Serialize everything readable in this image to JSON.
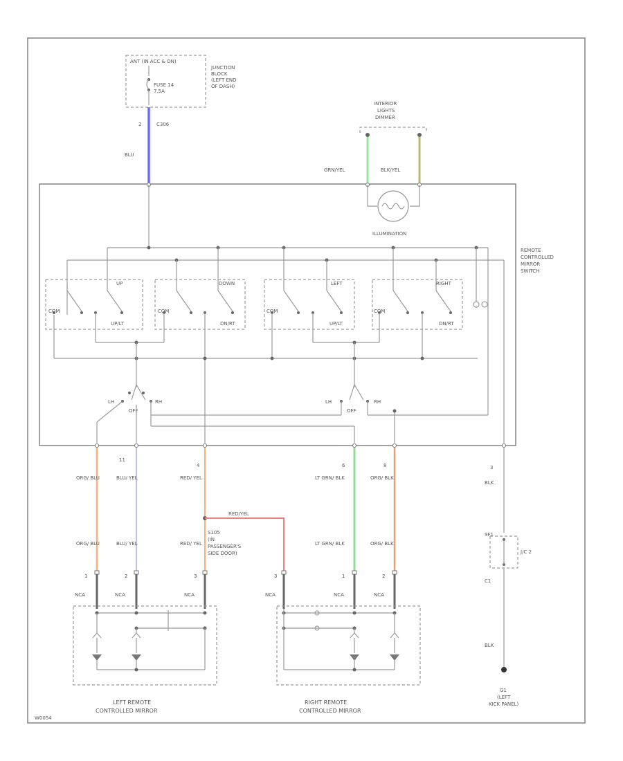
{
  "power": {
    "source": "ANT (IN ACC & ON)",
    "jb_line1": "JUNCTION",
    "jb_line2": "BLOCK",
    "jb_line3": "(LEFT END",
    "jb_line4": "OF DASH)",
    "fuse_line1": "FUSE 14",
    "fuse_line2": "7.5A",
    "pin": "2",
    "connector": "C306",
    "wire": "BLU"
  },
  "lights": {
    "line1": "INTERIOR",
    "line2": "LIGHTS",
    "line3": "DIMMER",
    "wire_left": "GRN/YEL",
    "wire_right": "BLK/YEL",
    "lamp_label": "ILLUMINATION"
  },
  "switch": {
    "line1": "REMOTE",
    "line2": "CONTROLLED",
    "line3": "MIRROR",
    "line4": "SWITCH",
    "up": "UP",
    "down": "DOWN",
    "left": "LEFT",
    "right": "RIGHT",
    "com": "COM",
    "com2": "COM",
    "com3": "COM",
    "com4": "COM",
    "up_sel": "UP/LT",
    "down_sel": "DN/RT",
    "left_sel": "UP/LT",
    "right_sel": "DN/RT",
    "lh1": "LH",
    "rh1": "RH",
    "off1": "OFF",
    "lh2": "LH",
    "rh2": "RH",
    "off2": "OFF"
  },
  "wires": {
    "w1_pin": "11",
    "w1_color": "BLU/ YEL",
    "w2_color_top": "ORG/ BLU",
    "w3_pin": "4",
    "w3_color": "RED/ YEL",
    "w4_pin": "6",
    "w4_color": "LT GRN/ BLK",
    "w5_pin": "8",
    "w5_color": "ORG/ BLK",
    "w6_pin": "3",
    "w6_color": "BLK",
    "jumper_label": "RED/YEL"
  },
  "lower": {
    "l_orgblu": "ORG/ BLU",
    "l_bluyel": "BLU/ YEL",
    "l_redyel": "RED/ YEL",
    "splice_line1": "S105",
    "splice_line2": "(IN",
    "splice_line3": "PASSENGER'S",
    "splice_line4": "SIDE DOOR)",
    "r_ltgrn": "LT GRN/ BLK",
    "r_orgblk": "ORG/ BLK",
    "pin1a": "1",
    "pin2a": "2",
    "pin3a": "3",
    "pin3b": "3",
    "pin1b": "1",
    "pin2b": "2",
    "nca": "NCA",
    "jc_label": "J/C 2",
    "jc_top": "9F1",
    "jc_bottom": "C1",
    "gnd_wire": "BLK"
  },
  "mirrors": {
    "left_line1": "LEFT REMOTE",
    "left_line2": "CONTROLLED MIRROR",
    "right_line1": "RIGHT REMOTE",
    "right_line2": "CONTROLLED MIRROR"
  },
  "ground": {
    "id": "G1",
    "line1": "(LEFT",
    "line2": "KICK PANEL)"
  },
  "footer": {
    "code": "W0054"
  },
  "colors": {
    "blue_wire": "#6b6bff",
    "orange_wire": "#f6b27a",
    "green_wire": "#8ee08e",
    "red_wire": "#f08080",
    "olive_wire": "#b8b870"
  }
}
